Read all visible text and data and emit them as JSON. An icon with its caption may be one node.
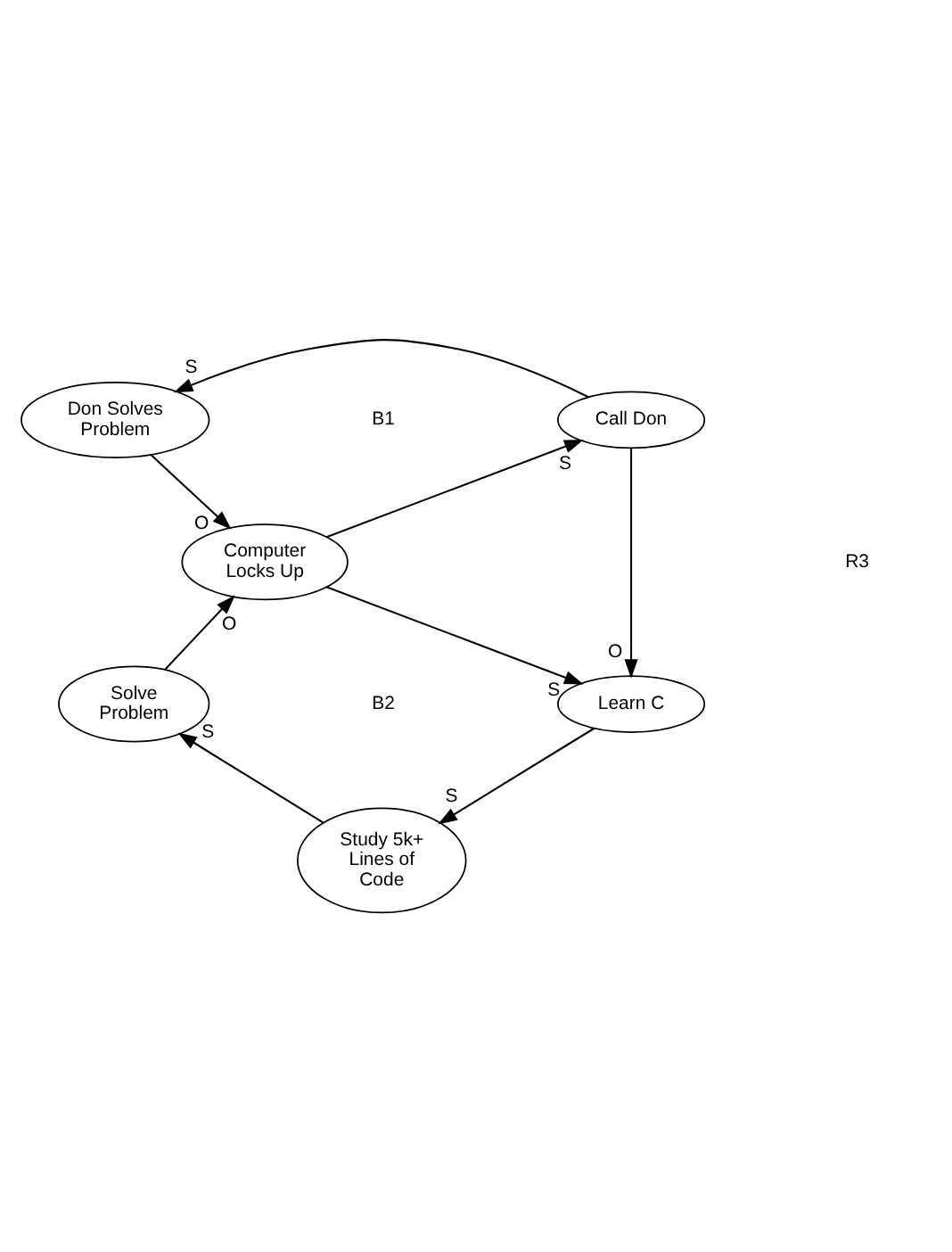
{
  "diagram": {
    "nodes": [
      {
        "text": [
          "Don Solves Problem"
        ]
      },
      {
        "text": [
          "Call Don"
        ]
      },
      {
        "text": [
          "Computer Locks Up"
        ]
      },
      {
        "text": [
          "Solve Problem"
        ]
      },
      {
        "text": [
          "Learn C"
        ]
      },
      {
        "text": [
          "Study 5k+ Lines of Code"
        ]
      }
    ],
    "edges": [
      {
        "from": 1,
        "to": 0,
        "arrow": "to",
        "label": "S"
      },
      {
        "from": 0,
        "to": 2,
        "arrow": "to",
        "label": "O"
      },
      {
        "from": 2,
        "to": 1,
        "arrow": "to",
        "label": "S"
      },
      {
        "from": 1,
        "to": 4,
        "arrow": "to",
        "label": "O"
      },
      {
        "from": 2,
        "to": 4,
        "arrow": "to",
        "label": "S"
      },
      {
        "from": 4,
        "to": 5,
        "arrow": "to",
        "label": "S"
      },
      {
        "from": 5,
        "to": 3,
        "arrow": "to",
        "label": "S"
      },
      {
        "from": 3,
        "to": 2,
        "arrow": "to",
        "label": "O"
      }
    ],
    "labels": [
      "B1",
      "R3",
      "B2"
    ]
  }
}
